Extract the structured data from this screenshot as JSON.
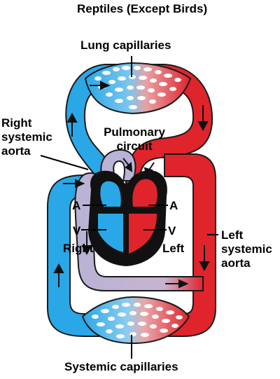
{
  "title": "Reptiles (Except Birds)",
  "labels": {
    "lung_capillaries": "Lung capillaries",
    "pulmonary_circuit_line1": "Pulmonary",
    "pulmonary_circuit_line2": "circuit",
    "right_systemic_line1": "Right",
    "right_systemic_line2": "systemic",
    "right_systemic_line3": "aorta",
    "left_systemic_line1": "Left",
    "left_systemic_line2": "systemic",
    "left_systemic_line3": "aorta",
    "atrium_left_side": "A",
    "atrium_right_side": "A",
    "ventricle_left_side": "V",
    "ventricle_right_side": "V",
    "right": "Right",
    "left": "Left",
    "systemic_capillaries": "Systemic capillaries"
  },
  "colors": {
    "oxygen_poor": "#2aa7e6",
    "oxygen_rich": "#e0242c",
    "mixed": "#b9b3d6",
    "heart_muscle": "#111111",
    "outline": "#1a1a1a"
  }
}
